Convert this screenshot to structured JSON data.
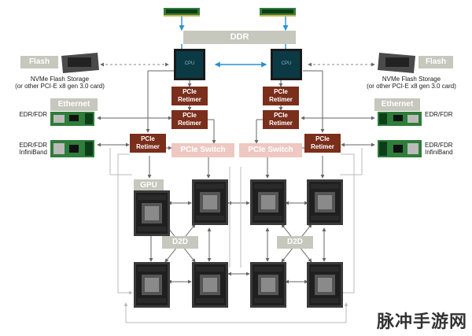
{
  "ddr_label": "DDR",
  "flash_label": "Flash",
  "flash_desc_line1": "NVMe Flash Storage",
  "flash_desc_line2": "(or other PCI-E x8 gen 3.0 card)",
  "ethernet_label": "Ethernet",
  "edr_fdr": "EDR/FDR",
  "edr_fdr_ib_line1": "EDR/FDR",
  "edr_fdr_ib_line2": "InfiniBand",
  "pcie_retimer_line1": "PCIe",
  "pcie_retimer_line2": "Retimer",
  "pcie_switch": "PCIe Switch",
  "gpu_label": "GPU",
  "d2d_label": "D2D",
  "cpu_chip_text": "CPU",
  "watermark": "脉冲手游网",
  "colors": {
    "retimer": "#7a2e1c",
    "switch": "#eec8c1",
    "tag": "#c6c7bd",
    "cpu_link": "#2b8fd0",
    "cpu": "#0b3a45",
    "gpu": "#2a2a2a"
  }
}
